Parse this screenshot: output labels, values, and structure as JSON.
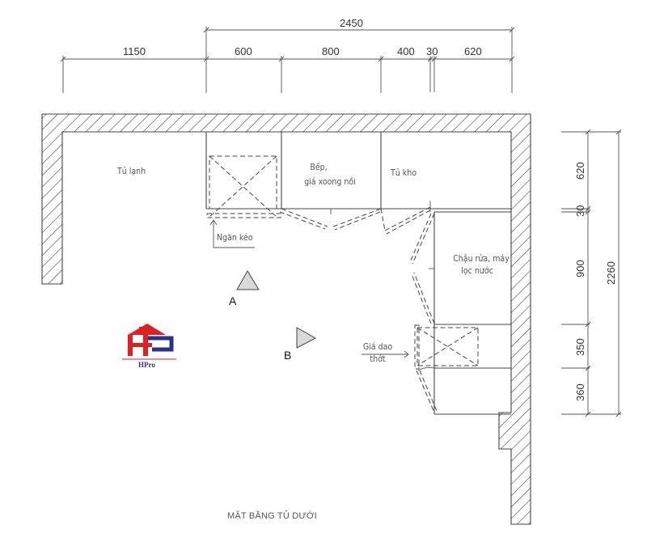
{
  "title": "MẶT BẰNG TỦ DƯỚI",
  "top_dimensions": {
    "total": "2450",
    "segments": [
      "1150",
      "600",
      "800",
      "400",
      "30",
      "620"
    ]
  },
  "right_dimensions": {
    "total": "2260",
    "segments": [
      "620",
      "30",
      "900",
      "350",
      "360"
    ]
  },
  "labels": {
    "fridge": "Tủ lạnh",
    "stove_line1": "Bếp,",
    "stove_line2": "giá xoong nồi",
    "storage": "Tủ kho",
    "drawer": "Ngăn kéo",
    "sink_line1": "Chậu rửa, máy",
    "sink_line2": "lọc nước",
    "knife_line1": "Giá dao",
    "knife_line2": "thớt"
  },
  "markers": {
    "a": "A",
    "b": "B"
  },
  "logo": {
    "text": "HPro",
    "red": "#e02020",
    "blue": "#2b2f8f"
  },
  "colors": {
    "line": "#444444",
    "marker_fill": "#d9d9d9"
  }
}
